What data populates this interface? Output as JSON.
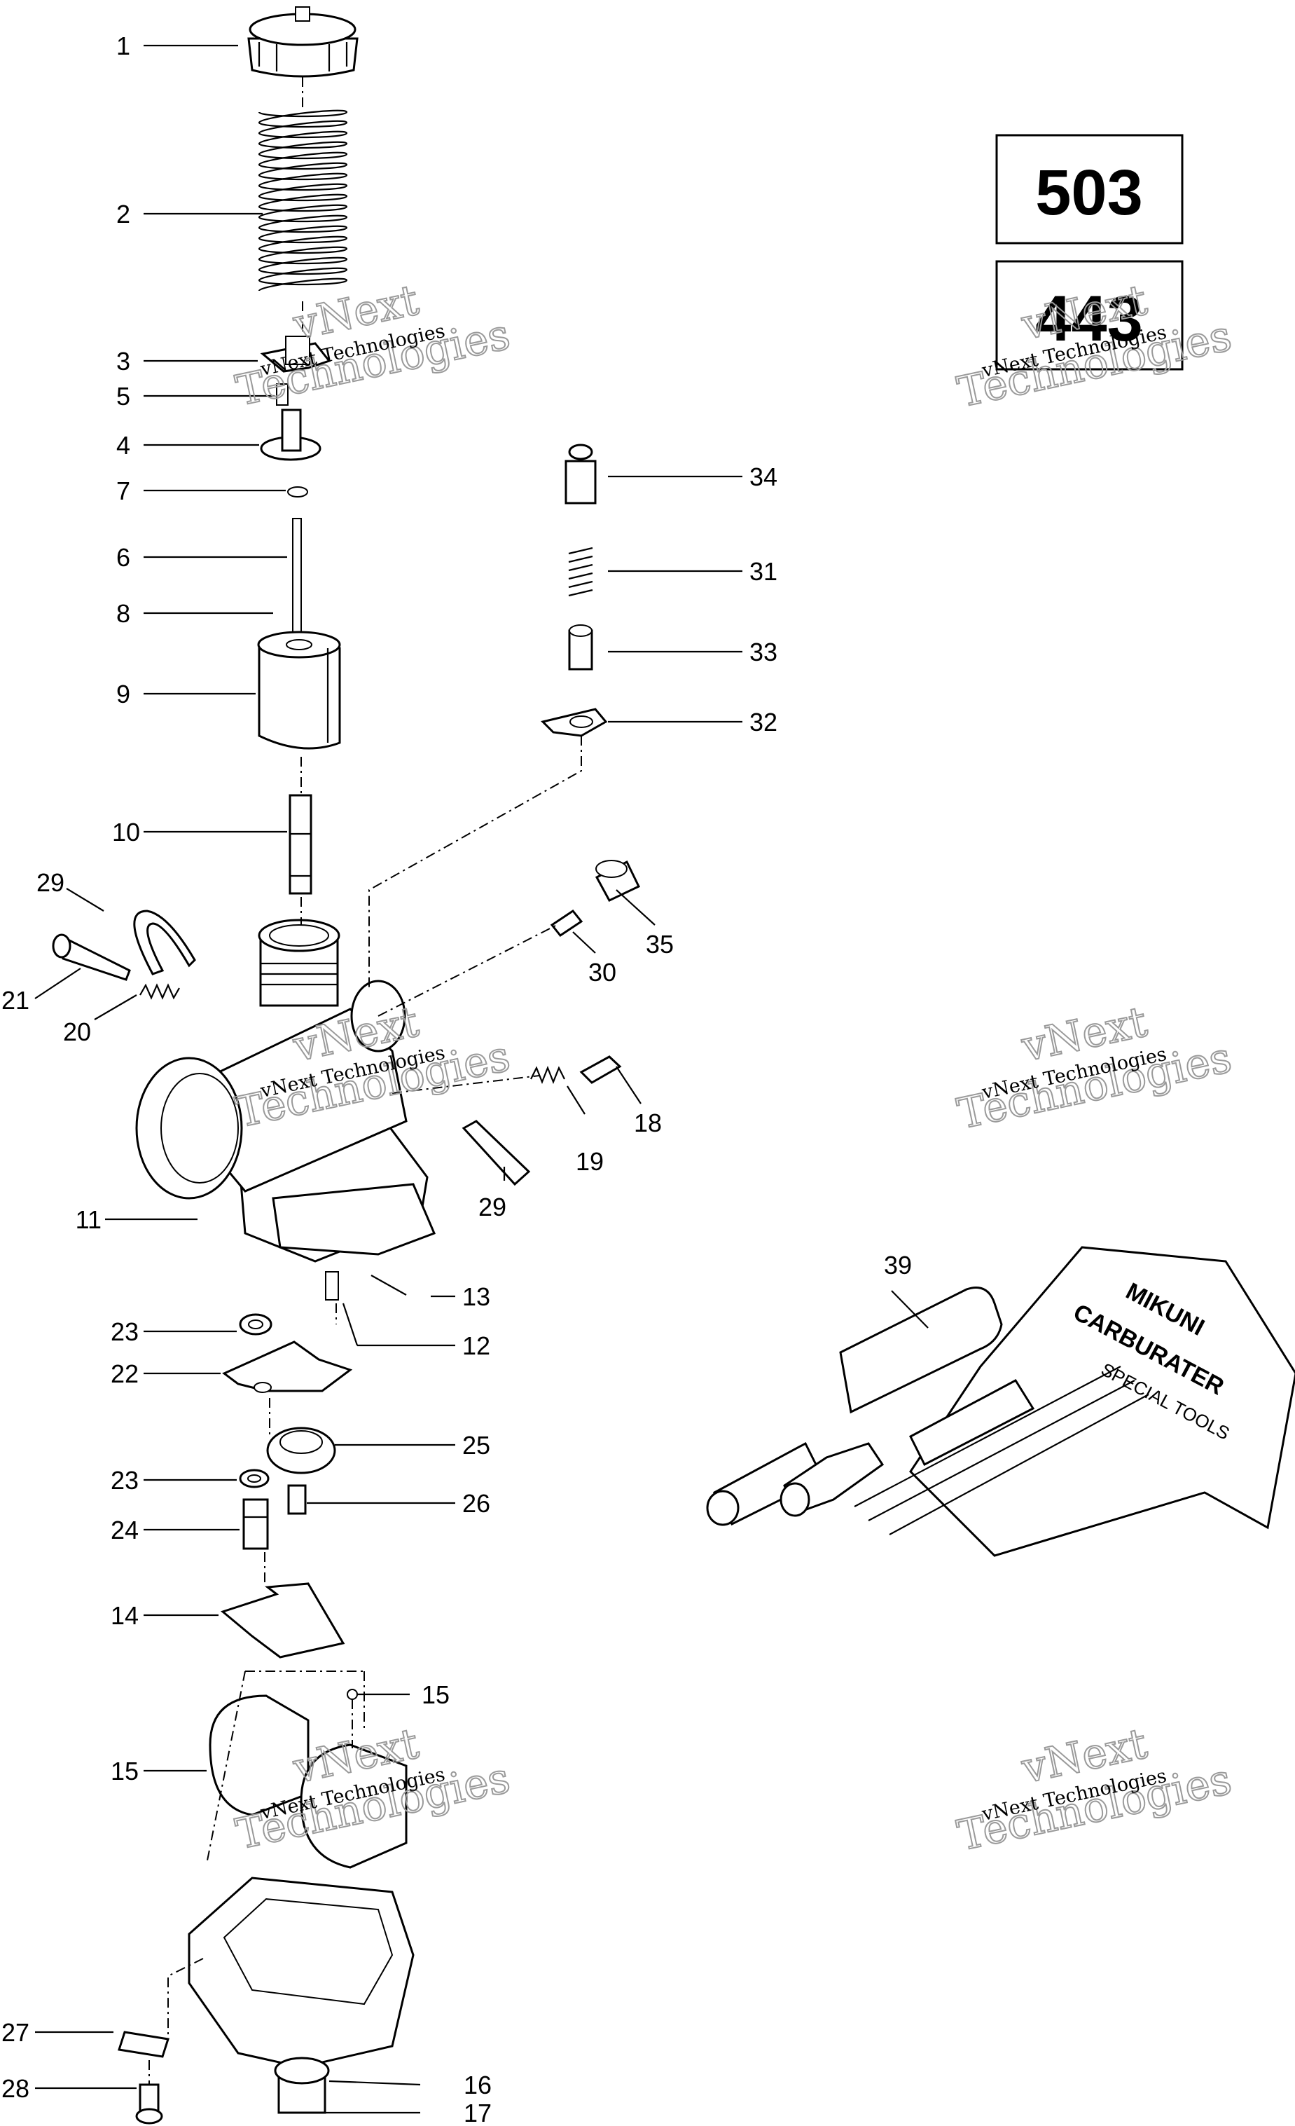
{
  "models": [
    "503",
    "443"
  ],
  "watermark": {
    "line1": "vNext Technologies",
    "big_a": "vNext",
    "big_b": "Technologies"
  },
  "callouts": {
    "c1": "1",
    "c2": "2",
    "c3": "3",
    "c5": "5",
    "c4": "4",
    "c7": "7",
    "c6": "6",
    "c8": "8",
    "c9": "9",
    "c10": "10",
    "c29a": "29",
    "c21": "21",
    "c20": "20",
    "c11": "11",
    "c23a": "23",
    "c22": "22",
    "c23b": "23",
    "c24": "24",
    "c14": "14",
    "c15a": "15",
    "c27": "27",
    "c28": "28",
    "c34": "34",
    "c31": "31",
    "c33": "33",
    "c32": "32",
    "c35": "35",
    "c30": "30",
    "c18": "18",
    "c19": "19",
    "c29b": "29",
    "c13": "13",
    "c12": "12",
    "c25": "25",
    "c26": "26",
    "c15b": "15",
    "c16": "16",
    "c17": "17",
    "c39": "39"
  },
  "toolkit_print": [
    "MIKUNI",
    "CARBURATER",
    "SPECIAL TOOLS"
  ]
}
